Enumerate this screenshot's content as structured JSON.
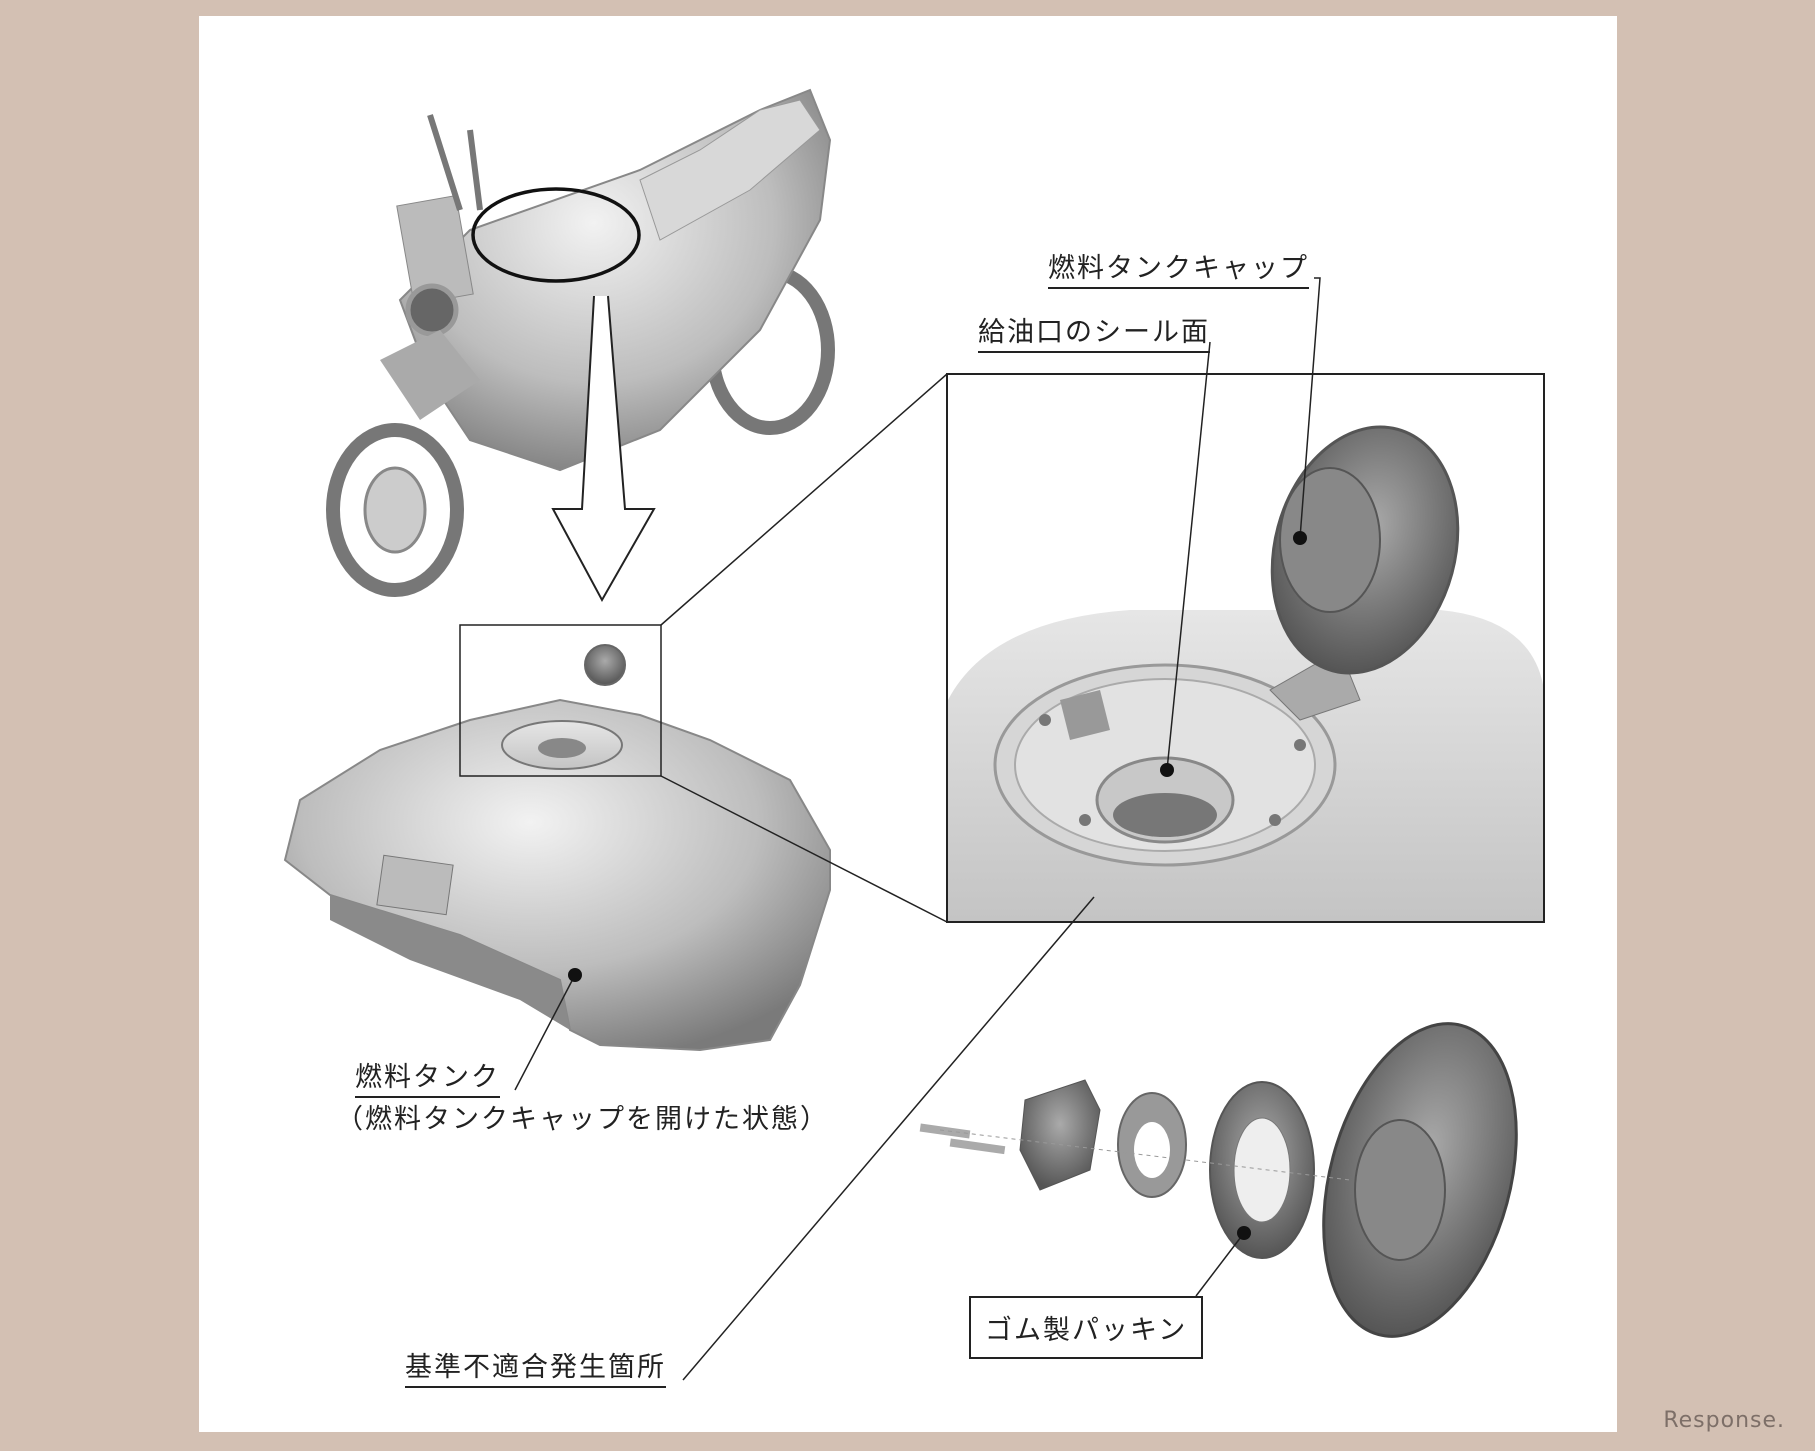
{
  "labels": {
    "tank_cap": "燃料タンクキャップ",
    "seal_surface": "給油口のシール面",
    "fuel_tank": "燃料タンク",
    "fuel_tank_note": "（燃料タンクキャップを開けた状態）",
    "defect_location": "基準不適合発生箇所",
    "rubber_packing": "ゴム製パッキン"
  },
  "watermark": "Response."
}
